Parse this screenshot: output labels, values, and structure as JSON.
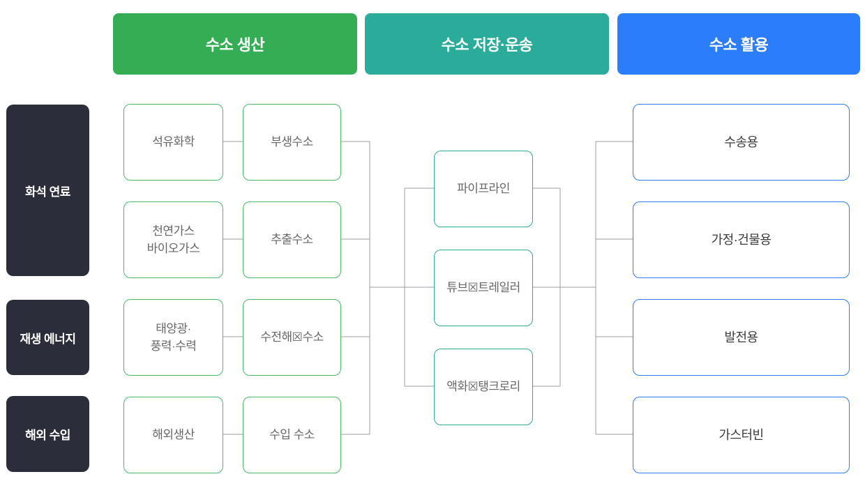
{
  "headers": {
    "production": "수소 생산",
    "storage": "수소 저장·운송",
    "utilization": "수소 활용"
  },
  "sources": {
    "fossil": "화석 연료",
    "renewable": "재생 에너지",
    "import": "해외 수입"
  },
  "production": {
    "inputs": [
      "석유화학",
      "천연가스\n바이오가스",
      "태양광·\n풍력·수력",
      "해외생산"
    ],
    "outputs": [
      "부생수소",
      "추출수소",
      "수전해☒수소",
      "수입 수소"
    ]
  },
  "storage": {
    "items": [
      "파이프라인",
      "튜브☒트레일러",
      "액화☒탱크로리"
    ]
  },
  "utilization": {
    "items": [
      "수송용",
      "가정·건물용",
      "발전용",
      "가스터빈"
    ]
  },
  "colors": {
    "production_header": "#35AD55",
    "storage_header": "#2BAB9A",
    "utilization_header": "#2C7DFA",
    "source_box": "#2B2D3B",
    "production_border": "#46BC64",
    "storage_border": "#2BAB9A",
    "utilization_border": "#2C7DFA",
    "node_text": "#666666",
    "connector": "#9E9EA3"
  }
}
